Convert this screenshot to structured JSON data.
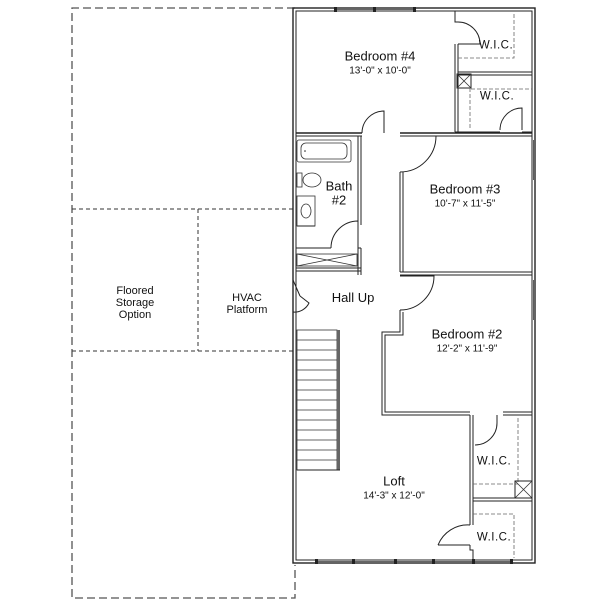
{
  "plan": {
    "rooms": {
      "bedroom4": {
        "name": "Bedroom #4",
        "dims": "13'-0\" x 10'-0\""
      },
      "bedroom3": {
        "name": "Bedroom #3",
        "dims": "10'-7\" x 11'-5\""
      },
      "bedroom2": {
        "name": "Bedroom #2",
        "dims": "12'-2\" x 11'-9\""
      },
      "loft": {
        "name": "Loft",
        "dims": "14'-3\" x 12'-0\""
      },
      "bath2": {
        "line1": "Bath",
        "line2": "#2"
      },
      "hall": {
        "name": "Hall Up"
      },
      "wic_top1": {
        "name": "W.I.C."
      },
      "wic_top2": {
        "name": "W.I.C."
      },
      "wic_bot1": {
        "name": "W.I.C."
      },
      "wic_bot2": {
        "name": "W.I.C."
      }
    },
    "attic": {
      "storage": {
        "line1": "Floored",
        "line2": "Storage",
        "line3": "Option"
      },
      "hvac": {
        "line1": "HVAC",
        "line2": "Platform"
      }
    },
    "colors": {
      "wall": "#222222",
      "dashed": "#555555",
      "background": "#ffffff"
    }
  }
}
